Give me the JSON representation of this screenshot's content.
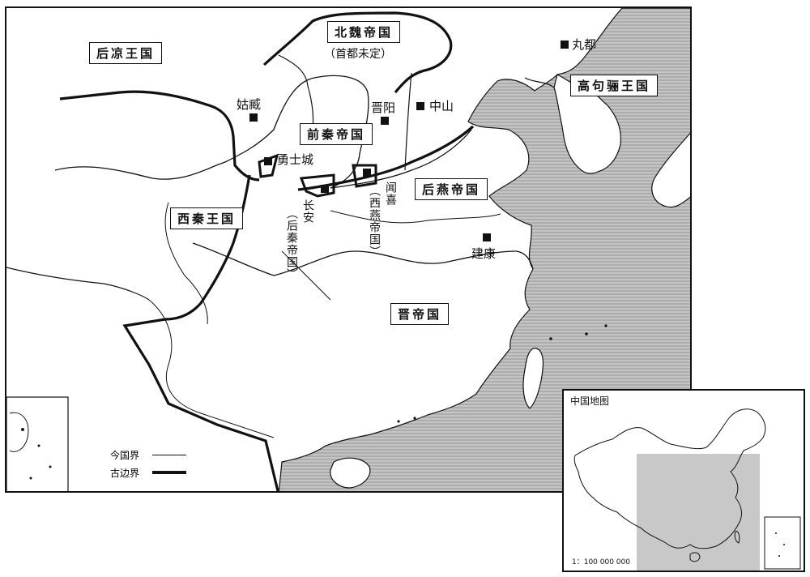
{
  "map": {
    "regions": {
      "later_liang": "后凉王国",
      "northern_wei": "北魏帝国",
      "northern_wei_note": "（首都未定）",
      "goguryeo": "高句骊王国",
      "former_qin": "前秦帝国",
      "later_yan": "后燕帝国",
      "western_qin": "西秦王国",
      "jin": "晋帝国"
    },
    "cities": {
      "wandu": "丸都",
      "guzang": "姑臧",
      "jinyang": "晋阳",
      "zhongshan": "中山",
      "yongshicheng": "勇士城",
      "changan": "长安",
      "changan_note": "（后秦帝国）",
      "wenxi": "闻喜",
      "wenxi_note": "（西燕帝国）",
      "jiankang": "建康"
    },
    "legend": {
      "modern_border": "今国界",
      "ancient_border": "古边界"
    },
    "colors": {
      "sea": "#b9b9b9",
      "land": "#ffffff",
      "ink": "#111111"
    }
  },
  "inset": {
    "title": "中国地图",
    "scale": "1：100 000 000",
    "highlight_color": "#c8c8c8"
  }
}
